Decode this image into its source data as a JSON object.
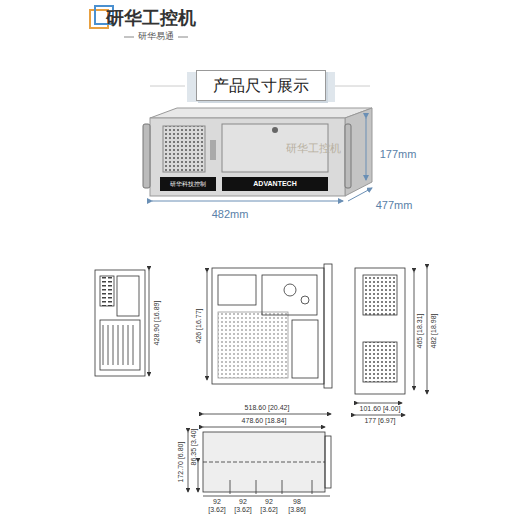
{
  "diagram": {
    "nodes": [
      {
        "text": [
          "产品尺寸展示"
        ]
      }
    ],
    "labels": [
      "研华工控机",
      "研华易通",
      "研华科技控制",
      "ADVANTECH",
      "研华工控机",
      "177mm",
      "482mm",
      "477mm",
      "428.90 [16.89]",
      "426 [16.77]",
      "465 [18.31]",
      "482 [18.98]",
      "101.60 [4.00]",
      "177 [6.97]",
      "518.60 [20.42]",
      "478.60 [18.84]",
      "172.70 [6.80]",
      "86.35 [3.40]",
      "92 [3.62]",
      "92 [3.62]",
      "92 [3.62]",
      "98 [3.86]"
    ]
  }
}
